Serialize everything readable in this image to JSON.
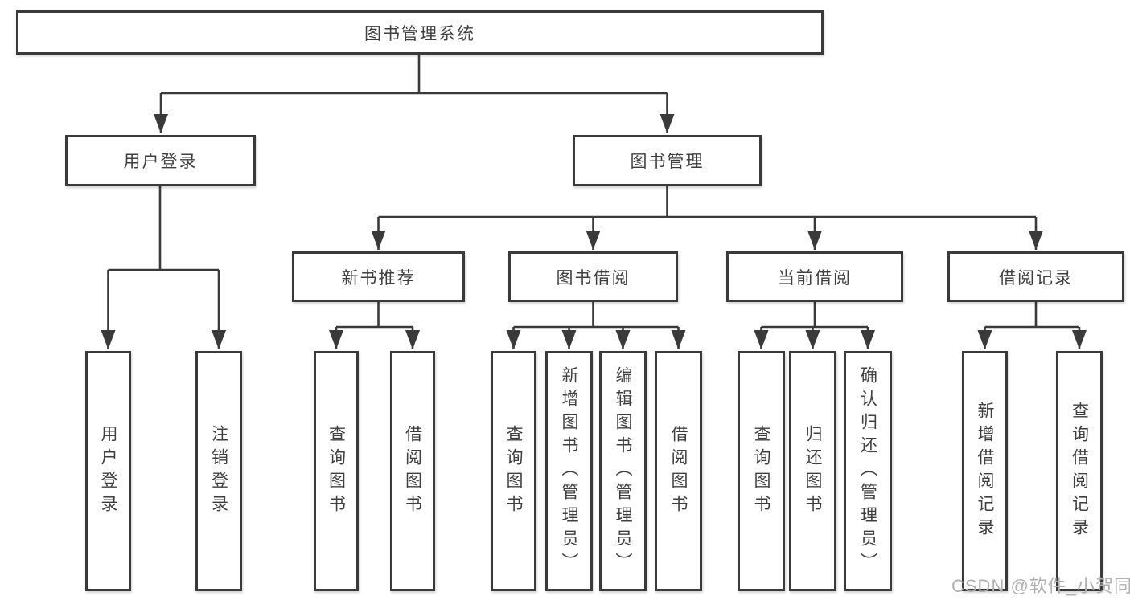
{
  "diagram": {
    "root": {
      "label": "图书管理系统"
    },
    "branches": [
      {
        "label": "用户登录",
        "children": [
          {
            "label": "用户登录"
          },
          {
            "label": "注销登录"
          }
        ]
      },
      {
        "label": "图书管理",
        "children": [
          {
            "label": "新书推荐",
            "children": [
              {
                "label": "查询图书"
              },
              {
                "label": "借阅图书"
              }
            ]
          },
          {
            "label": "图书借阅",
            "children": [
              {
                "label": "查询图书"
              },
              {
                "label": "新增图书（管理员）"
              },
              {
                "label": "编辑图书（管理员）"
              },
              {
                "label": "借阅图书"
              }
            ]
          },
          {
            "label": "当前借阅",
            "children": [
              {
                "label": "查询图书"
              },
              {
                "label": "归还图书"
              },
              {
                "label": "确认归还（管理员）"
              }
            ]
          },
          {
            "label": "借阅记录",
            "children": [
              {
                "label": "新增借阅记录"
              },
              {
                "label": "查询借阅记录"
              }
            ]
          }
        ]
      }
    ]
  },
  "watermark": {
    "text": "CSDN @软件_小贺同学"
  },
  "colors": {
    "line": "#3a3a3a",
    "text": "#3f3f3f",
    "box_background": "#ffffff",
    "watermark_text": "#b0b0b0"
  }
}
